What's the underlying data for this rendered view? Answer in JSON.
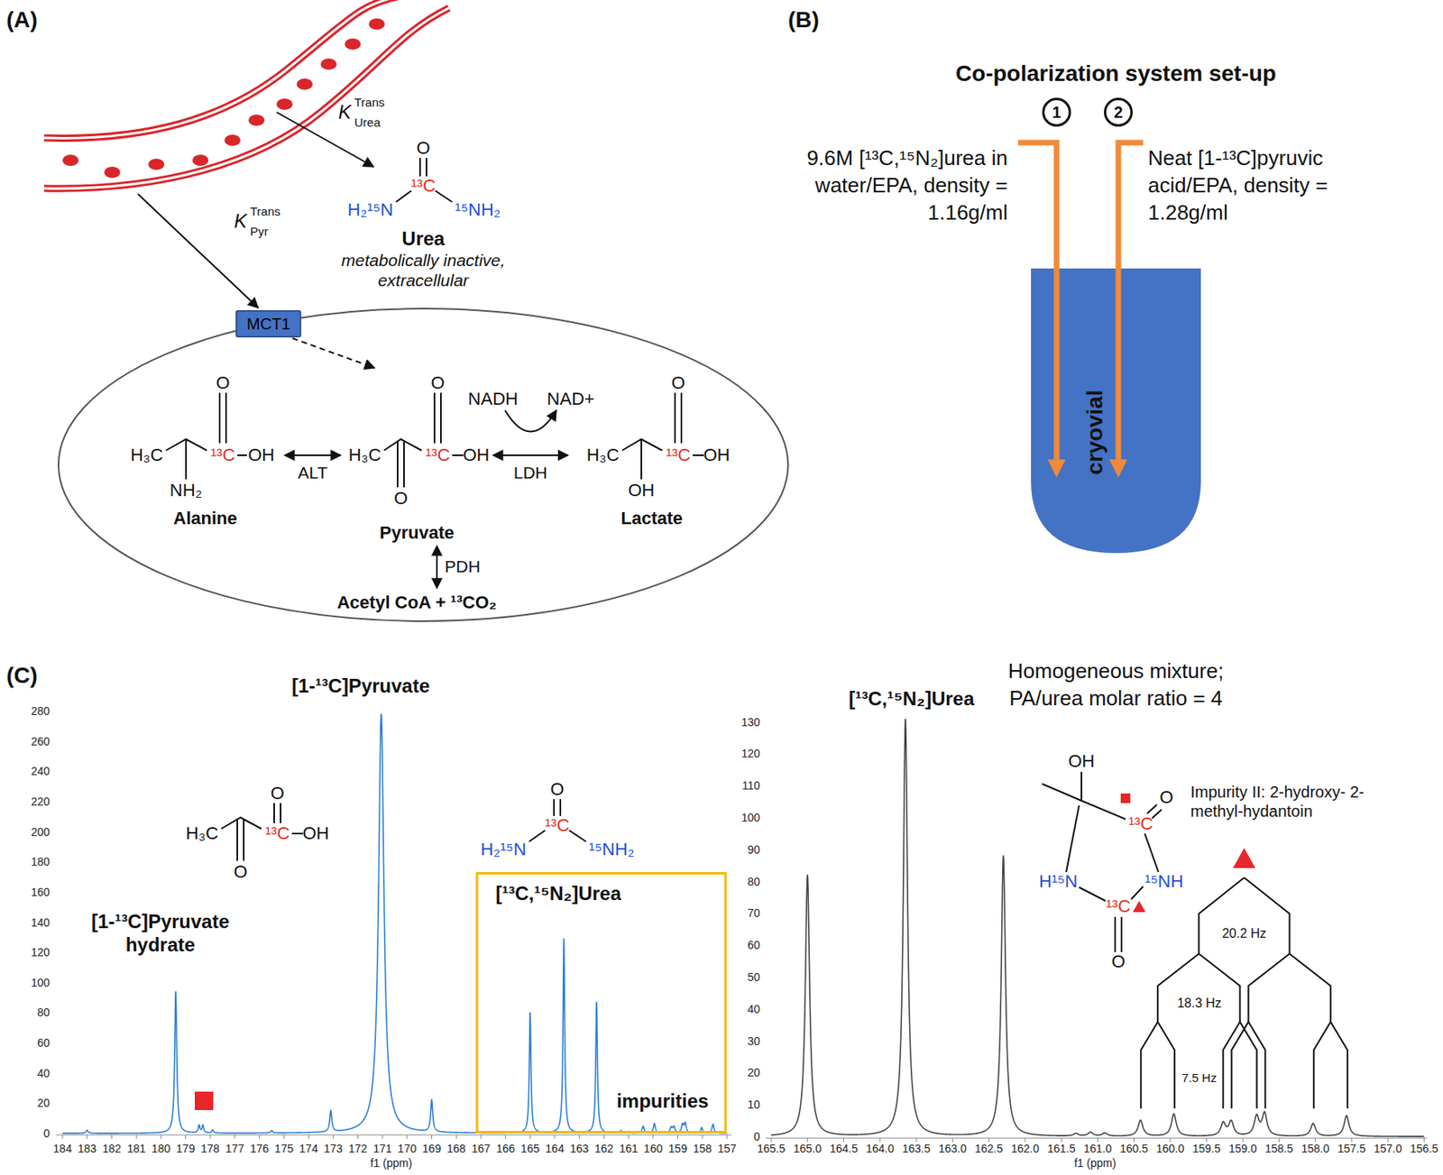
{
  "diagram": {
    "nodes": [
      {
        "text": [
          "MCT1"
        ]
      },
      {
        "text": [
          "Alanine"
        ]
      },
      {
        "text": [
          "Pyruvate"
        ]
      },
      {
        "text": [
          "Lactate"
        ]
      },
      {
        "text": [
          "Acetyl CoA + ¹³CO₂"
        ]
      },
      {
        "text": [
          "1"
        ]
      },
      {
        "text": [
          "2"
        ]
      },
      {
        "text": [
          "cryovial"
        ]
      },
      {
        "text": [
          "[¹³C,¹⁵N₂]Urea",
          "impurities"
        ]
      }
    ],
    "edges": [
      {
        "from": 0,
        "to": 2,
        "arrow": "to"
      },
      {
        "from": 1,
        "to": 2,
        "arrow": "both",
        "label": "ALT"
      },
      {
        "from": 2,
        "to": 3,
        "arrow": "both",
        "label": "LDH"
      },
      {
        "from": 2,
        "to": 4,
        "arrow": "both",
        "label": "PDH"
      }
    ],
    "labels": [
      "(A)",
      "K",
      "Trans",
      "Urea",
      "K",
      "Trans",
      "Pyr",
      "O",
      "¹³C",
      "H₂¹⁵N",
      "¹⁵NH₂",
      "Urea",
      "metabolically inactive, extracellular",
      "O",
      "¹³C",
      "H₃C",
      "OH",
      "NH₂",
      "O",
      "¹³C",
      "H₃C",
      "OH",
      "O",
      "O",
      "¹³C",
      "H₃C",
      "OH",
      "OH",
      "NADH",
      "NAD+",
      "(B)",
      "Co-polarization system set-up",
      "9.6M [¹³C,¹⁵N₂]urea in water/EPA, density = 1.16g/ml",
      "Neat [1-¹³C]pyruvic acid/EPA, density = 1.28g/ml",
      "Homogeneous mixture; PA/urea molar ratio = 4",
      "(C)",
      "[1-¹³C]Pyruvate hydrate",
      "[1-¹³C]Pyruvate",
      "O",
      "¹³C",
      "H₃C",
      "OH",
      "O",
      "O",
      "¹³C",
      "H₂¹⁵N",
      "¹⁵NH₂",
      "[¹³C,¹⁵N₂]Urea",
      "OH",
      "¹³C",
      "O",
      "H¹⁵N",
      "¹⁵NH",
      "¹³C",
      "O",
      "Impurity II: 2-hydroxy- 2-methyl-hydantoin",
      "20.2 Hz",
      "18.3 Hz",
      "7.5 Hz",
      "280",
      "260",
      "240",
      "220",
      "200",
      "180",
      "160",
      "140",
      "120",
      "100",
      "80",
      "60",
      "40",
      "20",
      "0",
      "184",
      "183",
      "182",
      "181",
      "180",
      "179",
      "178",
      "177",
      "176",
      "175",
      "174",
      "173",
      "172",
      "171",
      "170",
      "169",
      "168",
      "167",
      "166",
      "165",
      "164",
      "163",
      "162",
      "161",
      "160",
      "159",
      "158",
      "157",
      "f1 (ppm)",
      "130",
      "120",
      "110",
      "100",
      "90",
      "80",
      "70",
      "60",
      "50",
      "40",
      "30",
      "20",
      "10",
      "0",
      "165.5",
      "165.0",
      "164.5",
      "164.0",
      "163.5",
      "163.0",
      "162.5",
      "162.0",
      "161.5",
      "161.0",
      "160.5",
      "160.0",
      "159.5",
      "159.0",
      "158.5",
      "158.0",
      "157.5",
      "157.0",
      "156.5",
      "f1 (ppm)"
    ]
  }
}
